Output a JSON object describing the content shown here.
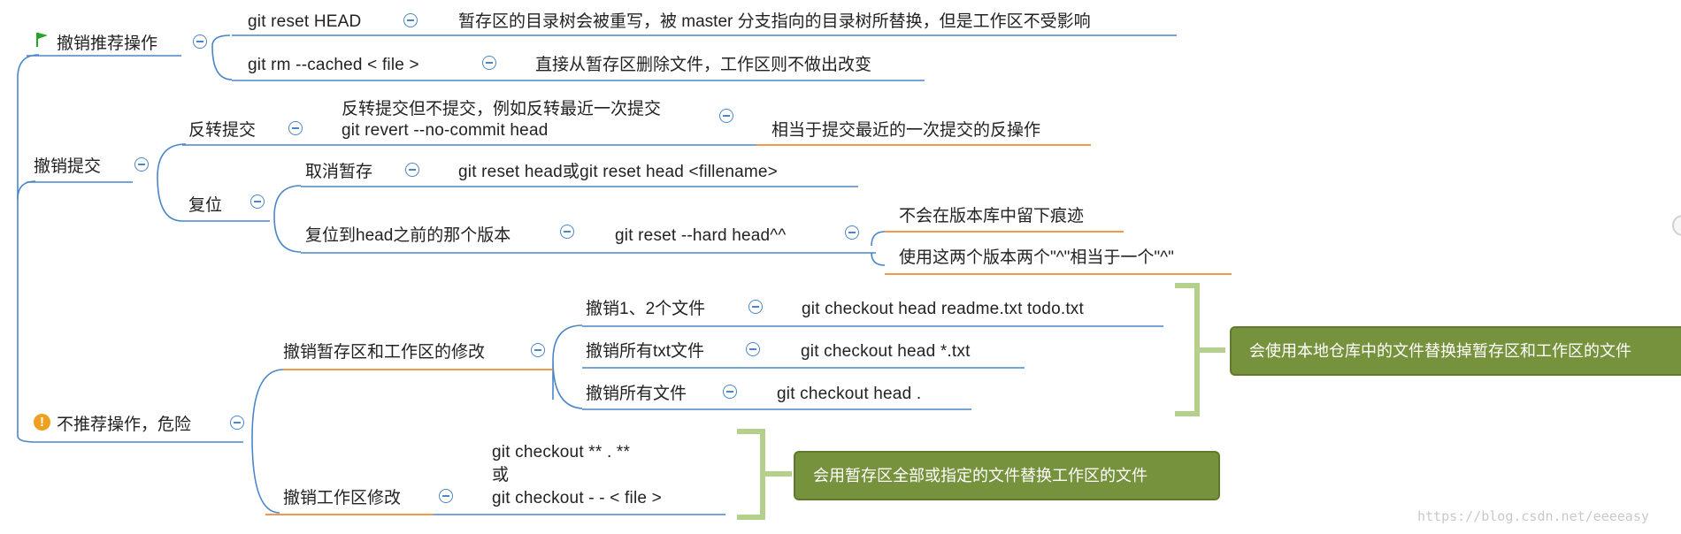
{
  "root_branches": {
    "recommended": {
      "title": "撤销推荐操作",
      "reset_head": "git reset HEAD",
      "reset_head_desc": "暂存区的目录树会被重写，被 master 分支指向的目录树所替换，但是工作区不受影响",
      "rm_cached": "git rm --cached < file >",
      "rm_cached_desc": "直接从暂存区删除文件，工作区则不做出改变"
    },
    "undo_commit": {
      "title": "撤销提交",
      "revert": {
        "title": "反转提交",
        "line1": "反转提交但不提交，例如反转最近一次提交",
        "line2": "git revert --no-commit head",
        "desc": "相当于提交最近的一次提交的反操作"
      },
      "reset": {
        "title": "复位",
        "unstage": "取消暂存",
        "unstage_cmd": "git reset head或git reset head <fillename>",
        "hard": "复位到head之前的那个版本",
        "hard_cmd": "git reset --hard head^^",
        "hard_note1": "不会在版本库中留下痕迹",
        "hard_note2": "使用这两个版本两个\"^\"相当于一个\"^\""
      }
    },
    "dangerous": {
      "title": "不推荐操作，危险",
      "stage_and_work": {
        "title": "撤销暂存区和工作区的修改",
        "items": [
          {
            "label": "撤销1、2个文件",
            "cmd": "git checkout head readme.txt todo.txt"
          },
          {
            "label": "撤销所有txt文件",
            "cmd": "git checkout head *.txt"
          },
          {
            "label": "撤销所有文件",
            "cmd": "git checkout head ."
          }
        ],
        "summary": "会使用本地仓库中的文件替换掉暂存区和工作区的文件"
      },
      "work_only": {
        "title": "撤销工作区修改",
        "line1": "git checkout ** . **",
        "line2": "或",
        "line3": "git checkout - - < file >",
        "summary": "会用暂存区全部或指定的文件替换工作区的文件"
      }
    }
  },
  "watermark": "https://blog.csdn.net/eeeeasy",
  "colors": {
    "branch": "#4a86c8",
    "highlight": "#ee8a33",
    "bracket": "#b4d08c",
    "note_fill": "#76923c",
    "flag": "#2aa12a",
    "warn": "#f0a020"
  }
}
